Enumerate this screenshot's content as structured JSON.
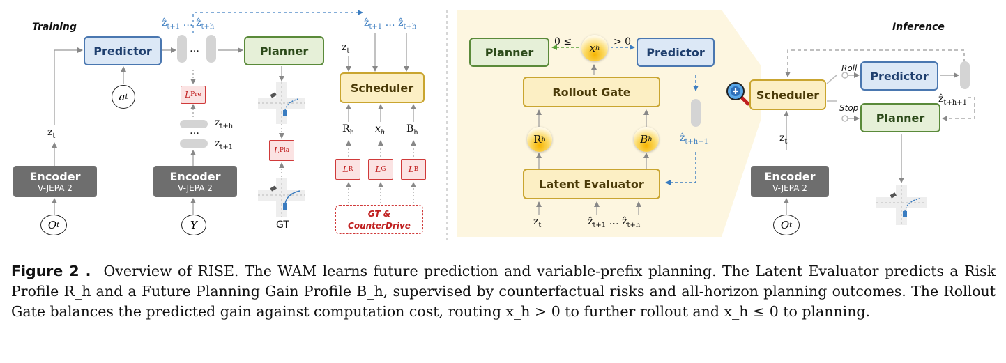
{
  "training": {
    "title": "Training",
    "predictor": "Predictor",
    "planner": "Planner",
    "scheduler": "Scheduler",
    "encoder_title": "Encoder",
    "encoder_sub": "V-JEPA 2",
    "action_input": "a",
    "action_sub": "t",
    "obs_input": "O",
    "obs_sub": "t",
    "gt_input": "Y",
    "z_t": "z",
    "z_t_sub": "t",
    "z_t1": "z",
    "z_t1_sub": "t+1",
    "z_th": "z",
    "z_th_sub": "t+h",
    "zhat": "ẑ",
    "sub_t1": "t+1",
    "sub_th": "t+h",
    "ellipsis": "…",
    "loss_pre": "L",
    "loss_pre_sub": "Pre",
    "loss_pla": "L",
    "loss_pla_sub": "Pla",
    "loss_r": "L",
    "loss_r_sub": "R",
    "loss_g": "L",
    "loss_g_sub": "G",
    "loss_b": "L",
    "loss_b_sub": "B",
    "r_h": "R",
    "x_h": "x",
    "b_h": "B",
    "h": "h",
    "gt_label": "GT",
    "gt_box_line1": "GT &",
    "gt_box_line2": "CounterDrive"
  },
  "middle": {
    "planner": "Planner",
    "predictor": "Predictor",
    "rollout_gate": "Rollout Gate",
    "latent_evaluator": "Latent Evaluator",
    "le_text": "0 ≤",
    "gt_text": "> 0",
    "x_h": "x",
    "r_h": "R",
    "b_h": "B",
    "h": "h",
    "zhat_next": "ẑ",
    "zhat_next_sub": "t+h+1",
    "z_t": "z",
    "z_t_sub": "t",
    "zhat": "ẑ",
    "sub_t1": "t+1",
    "sub_th": "t+h",
    "ellipsis": "…"
  },
  "inference": {
    "title": "Inference",
    "scheduler": "Scheduler",
    "predictor": "Predictor",
    "planner": "Planner",
    "roll": "Roll",
    "stop": "Stop",
    "zhat": "ẑ",
    "zhat_sub": "t+h+1",
    "encoder_title": "Encoder",
    "encoder_sub": "V-JEPA 2",
    "z_t": "z",
    "z_t_sub": "t",
    "obs_input": "O",
    "obs_sub": "t"
  },
  "caption": {
    "label": "Figure 2 .",
    "text": "Overview of RISE. The WAM learns future prediction and variable-prefix planning. The Latent Evaluator predicts a Risk Profile R_h and a Future Planning Gain Profile B_h, supervised by counterfactual risks and all-horizon planning outcomes. The Rollout Gate balances the predicted gain against computation cost, routing x_h > 0 to further rollout and x_h ≤ 0 to planning."
  },
  "colors": {
    "blue_box": "#dce8f6",
    "green_box": "#e6f0d8",
    "yellow_box": "#fcefc4",
    "loss_red": "#d03a3a",
    "latent_blue": "#3a7cc0",
    "panel_bg": "#fdf6e0"
  }
}
